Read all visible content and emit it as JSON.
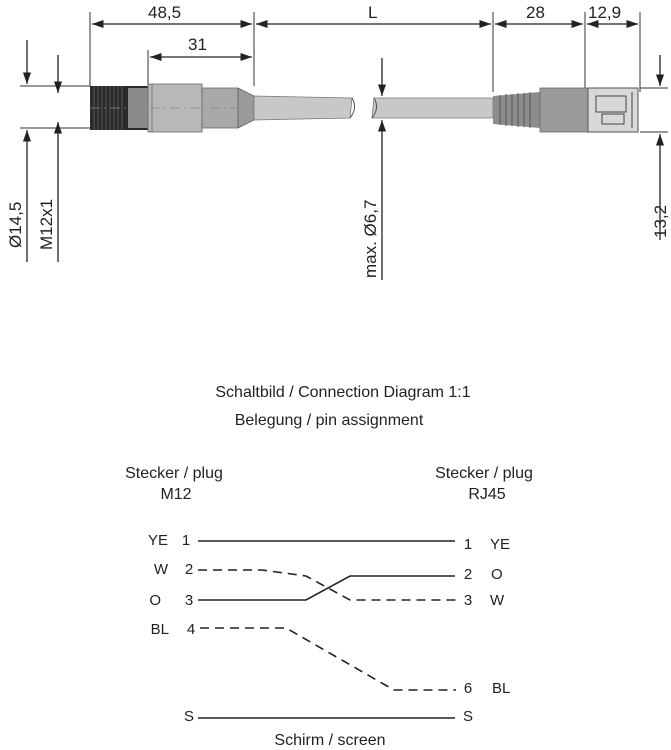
{
  "dimensions": {
    "length_48_5": "48,5",
    "length_L": "L",
    "length_28": "28",
    "length_12_9": "12,9",
    "length_31": "31",
    "diameter_14_5": "Ø14,5",
    "thread_m12": "M12x1",
    "cable_diameter": "max. Ø6,7",
    "height_13_2": "13,2"
  },
  "schematic": {
    "title": "Schaltbild / Connection Diagram 1:1",
    "subtitle": "Belegung  / pin assignment",
    "left_connector": {
      "label": "Stecker / plug",
      "type": "M12"
    },
    "right_connector": {
      "label": "Stecker / plug",
      "type": "RJ45"
    },
    "left_pins": [
      {
        "color": "YE",
        "pin": "1"
      },
      {
        "color": "W",
        "pin": "2"
      },
      {
        "color": "O",
        "pin": "3"
      },
      {
        "color": "BL",
        "pin": "4"
      },
      {
        "color": "",
        "pin": "S"
      }
    ],
    "right_pins": [
      {
        "pin": "1",
        "color": "YE"
      },
      {
        "pin": "2",
        "color": "O"
      },
      {
        "pin": "3",
        "color": "W"
      },
      {
        "pin": "6",
        "color": "BL"
      },
      {
        "pin": "S",
        "color": ""
      }
    ],
    "shield_label": "Schirm / screen"
  }
}
